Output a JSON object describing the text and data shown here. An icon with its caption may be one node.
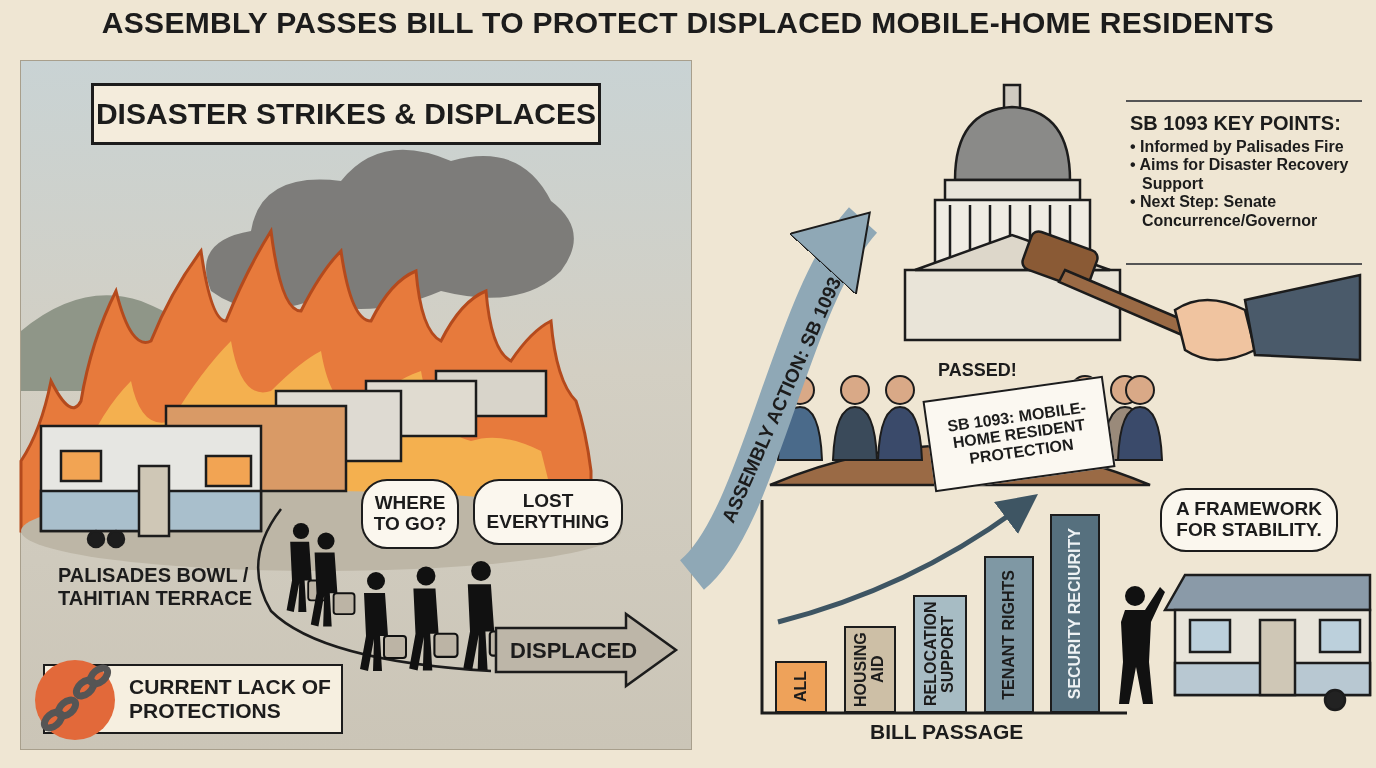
{
  "diagram": {
    "title": "ASSEMBLY PASSES BILL TO PROTECT DISPLACED MOBILE-HOME RESIDENTS",
    "nodes": [
      {
        "text": [
          "DISASTER STRIKES & DISPLACES"
        ]
      },
      {
        "text": [
          "WHERE TO GO?"
        ],
        "in": 0
      },
      {
        "text": [
          "LOST EVERYTHING"
        ],
        "in": 0
      },
      {
        "text": [
          "CURRENT LACK OF PROTECTIONS"
        ],
        "in": 0
      },
      {
        "text": [
          "DISPLACED"
        ],
        "in": 0
      },
      {
        "text": [],
        "shape": "picture"
      },
      {
        "text": [
          "SB 1093 KEY POINTS:",
          "• Informed by Palisades Fire",
          "• Aims for Disaster Recovery Support",
          "• Next Step: Senate Concurrence/Governor"
        ]
      },
      {
        "text": [
          "SB 1093: MOBILE-HOME RESIDENT PROTECTION"
        ],
        "beside": [
          "PASSED!"
        ]
      },
      {
        "text": [
          "ALL"
        ]
      },
      {
        "text": [
          "HOUSING AID"
        ]
      },
      {
        "text": [
          "RELOCATION SUPPORT"
        ]
      },
      {
        "text": [
          "TENANT RIGHTS"
        ]
      },
      {
        "text": [
          "SECURITY RECIURITY"
        ]
      },
      {
        "text": [
          "A FRAMEWORK FOR STABILITY."
        ]
      }
    ],
    "edges": [
      {
        "from": 0,
        "to": 5,
        "arrow": "to",
        "label": "ASSEMBLY ACTION: SB 1093"
      }
    ],
    "labels": [
      "PALISADES BOWL / TAHITIAN TERRACE",
      "BILL PASSAGE"
    ]
  }
}
